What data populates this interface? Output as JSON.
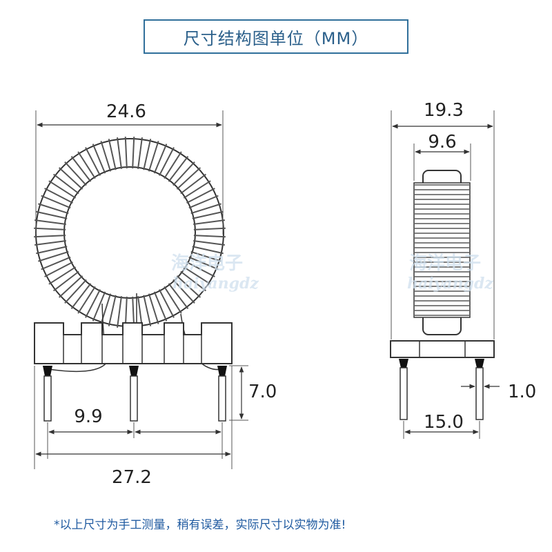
{
  "title": "尺寸结构图单位（MM）",
  "dimensions": {
    "left_width": "24.6",
    "right_width": "19.3",
    "coil_width": "9.6",
    "pin_length": "7.0",
    "pin_pitch": "9.9",
    "base_width": "27.2",
    "pin_diameter": "1.0",
    "pin_spacing_side": "15.0"
  },
  "watermark": {
    "cn": "海洋电子",
    "en": "haiyangdz"
  },
  "note": "*以上尺寸为手工测量，稍有误差，实际尺寸以实物为准!",
  "colors": {
    "frame_blue": "#2f6f9a",
    "note_blue": "#1f5aa0",
    "line": "#333333"
  }
}
